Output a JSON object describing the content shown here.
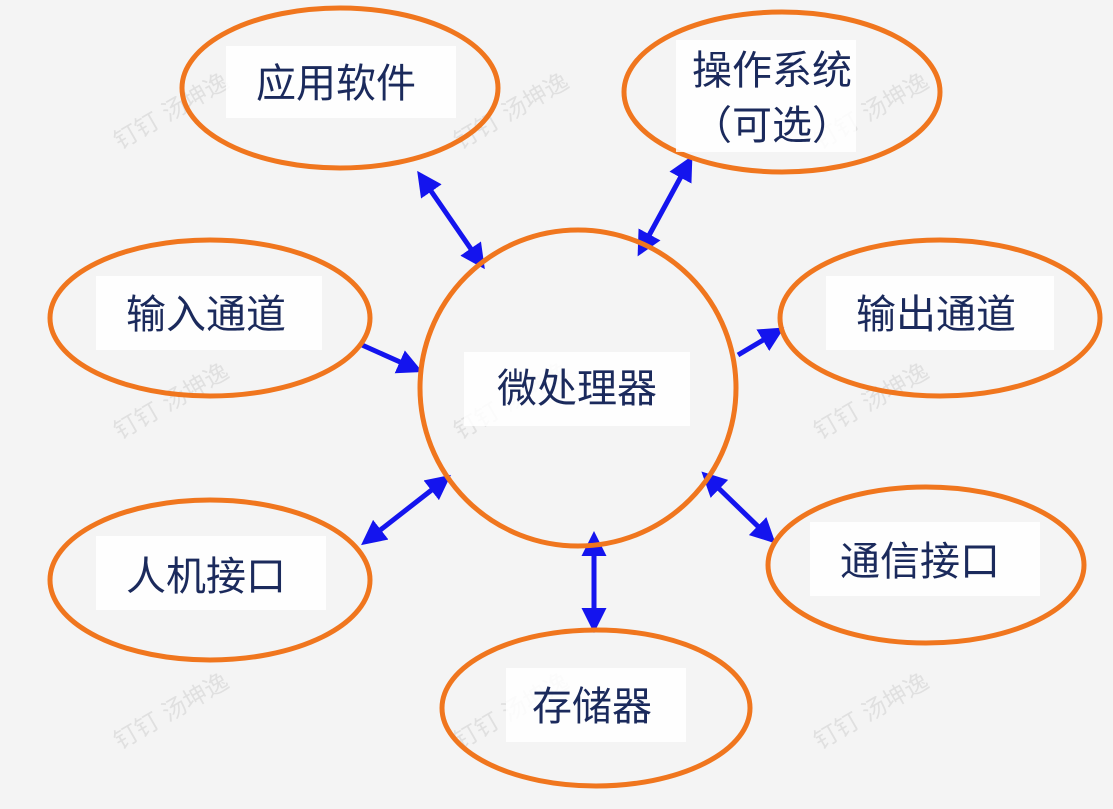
{
  "colors": {
    "background": "#f4f4f4",
    "node_stroke": "#f0761e",
    "arrow": "#1414ee",
    "text": "#1b2a5c"
  },
  "watermark": "钉钉 汤坤逸",
  "center": {
    "label": "微处理器"
  },
  "nodes": {
    "app_software": "应用软件",
    "os_line1": "操作系统",
    "os_line2": "（可选）",
    "input_channel": "输入通道",
    "output_channel": "输出通道",
    "hmi": "人机接口",
    "comm_interface": "通信接口",
    "memory": "存储器"
  },
  "connections": [
    {
      "from": "app_software",
      "to": "center",
      "direction": "both"
    },
    {
      "from": "os",
      "to": "center",
      "direction": "both"
    },
    {
      "from": "input_channel",
      "to": "center",
      "direction": "to-center"
    },
    {
      "from": "center",
      "to": "output_channel",
      "direction": "to-node"
    },
    {
      "from": "hmi",
      "to": "center",
      "direction": "both"
    },
    {
      "from": "comm_interface",
      "to": "center",
      "direction": "both"
    },
    {
      "from": "memory",
      "to": "center",
      "direction": "both"
    }
  ]
}
